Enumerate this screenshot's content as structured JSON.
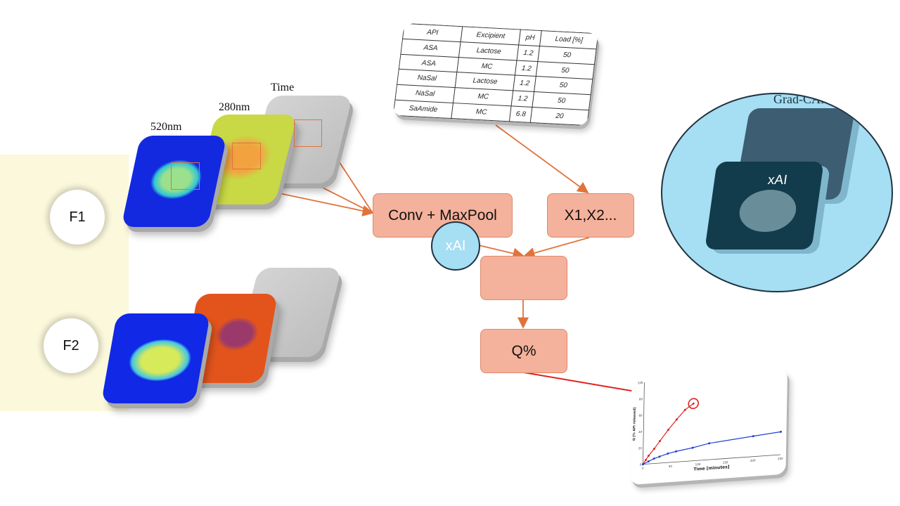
{
  "samples": {
    "f1": "F1",
    "f2": "F2"
  },
  "image_labels": {
    "nm520": "520nm",
    "nm280": "280nm",
    "time": "Time"
  },
  "boxes": {
    "conv": "Conv + MaxPool",
    "features": "X1,X2...",
    "merge": "",
    "output": "Q%"
  },
  "xai": {
    "small": "xAI",
    "panel": "xAI"
  },
  "gradcam": {
    "title": "Grad-CAM"
  },
  "table": {
    "headers": [
      "API",
      "Excipient",
      "pH",
      "Load [%]"
    ],
    "rows": [
      [
        "ASA",
        "Lactose",
        "1.2",
        "50"
      ],
      [
        "ASA",
        "MC",
        "1.2",
        "50"
      ],
      [
        "NaSal",
        "Lactose",
        "1.2",
        "50"
      ],
      [
        "NaSal",
        "MC",
        "1.2",
        "50"
      ],
      [
        "SaAmide",
        "MC",
        "6.8",
        "20"
      ]
    ]
  },
  "colors": {
    "box_fill": "#f4b19b",
    "arrow": "#e0733c",
    "highlight": "#e02020",
    "xai_fill": "#a6def3"
  },
  "chart_data": {
    "type": "line",
    "xlabel": "Time [minutes]",
    "ylabel": "Q [% API released]",
    "xlim": [
      0,
      250
    ],
    "ylim": [
      0,
      100
    ],
    "xticks": [
      0,
      50,
      100,
      150,
      200,
      250
    ],
    "yticks": [
      0,
      20,
      40,
      60,
      80,
      100
    ],
    "series": [
      {
        "color": "#e02020",
        "x": [
          0,
          5,
          10,
          20,
          30,
          45,
          60,
          75,
          90
        ],
        "y": [
          0,
          5,
          10,
          18,
          27,
          40,
          52,
          63,
          70
        ],
        "highlight_index": 8
      },
      {
        "color": "#1f3fd6",
        "x": [
          0,
          10,
          20,
          30,
          45,
          60,
          90,
          120,
          200,
          250
        ],
        "y": [
          0,
          3,
          6,
          8,
          11,
          13,
          16,
          20,
          25,
          28
        ]
      }
    ]
  }
}
